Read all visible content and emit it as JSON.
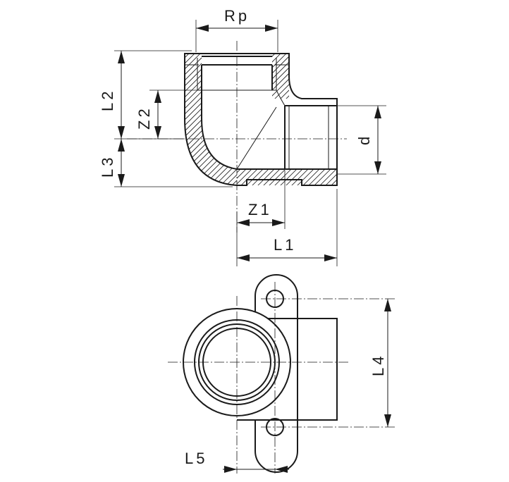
{
  "drawing": {
    "labels": {
      "rp": "Rp",
      "l2": "L2",
      "z2": "Z2",
      "l3": "L3",
      "d": "d",
      "z1": "Z1",
      "l1": "L1",
      "l4": "L4",
      "l5": "L5"
    },
    "line_color": "#1a1a1a",
    "background": "#ffffff"
  }
}
